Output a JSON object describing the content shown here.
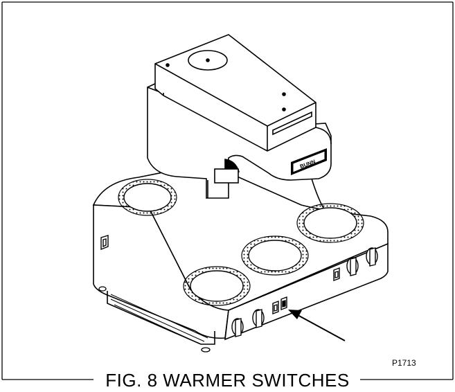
{
  "figure": {
    "part_number": "P1713",
    "caption": "FIG. 8 WARMER SWITCHES",
    "brand_plate": "BUNN"
  }
}
